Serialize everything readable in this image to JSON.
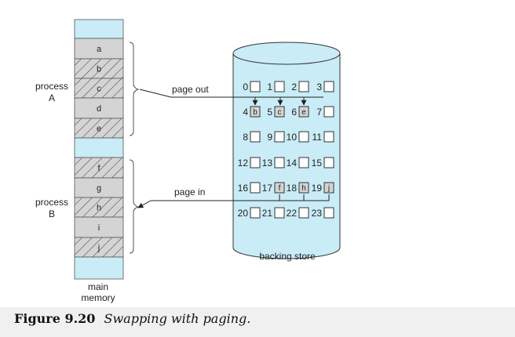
{
  "memory": {
    "slots": [
      {
        "label": "",
        "kind": "free"
      },
      {
        "label": "a",
        "kind": "plain"
      },
      {
        "label": "b",
        "kind": "hatched"
      },
      {
        "label": "c",
        "kind": "hatched"
      },
      {
        "label": "d",
        "kind": "plain"
      },
      {
        "label": "e",
        "kind": "hatched"
      },
      {
        "label": "",
        "kind": "free"
      },
      {
        "label": "f",
        "kind": "hatched"
      },
      {
        "label": "g",
        "kind": "plain"
      },
      {
        "label": "h",
        "kind": "hatched"
      },
      {
        "label": "i",
        "kind": "plain"
      },
      {
        "label": "j",
        "kind": "hatched"
      },
      {
        "label": "",
        "kind": "free"
      }
    ],
    "label_line1": "main",
    "label_line2": "memory"
  },
  "process_a": {
    "line1": "process",
    "line2": "A"
  },
  "process_b": {
    "line1": "process",
    "line2": "B"
  },
  "arrows": {
    "page_out": "page out",
    "page_in": "page in"
  },
  "backing_store": {
    "label": "backing store",
    "rows": [
      [
        {
          "n": "0",
          "p": ""
        },
        {
          "n": "1",
          "p": ""
        },
        {
          "n": "2",
          "p": ""
        },
        {
          "n": "3",
          "p": ""
        }
      ],
      [
        {
          "n": "4",
          "p": "b"
        },
        {
          "n": "5",
          "p": "c"
        },
        {
          "n": "6",
          "p": "e"
        },
        {
          "n": "7",
          "p": ""
        }
      ],
      [
        {
          "n": "8",
          "p": ""
        },
        {
          "n": "9",
          "p": ""
        },
        {
          "n": "10",
          "p": ""
        },
        {
          "n": "11",
          "p": ""
        }
      ],
      [
        {
          "n": "12",
          "p": ""
        },
        {
          "n": "13",
          "p": ""
        },
        {
          "n": "14",
          "p": ""
        },
        {
          "n": "15",
          "p": ""
        }
      ],
      [
        {
          "n": "16",
          "p": ""
        },
        {
          "n": "17",
          "p": "f"
        },
        {
          "n": "18",
          "p": "h"
        },
        {
          "n": "19",
          "p": "j"
        }
      ],
      [
        {
          "n": "20",
          "p": ""
        },
        {
          "n": "21",
          "p": ""
        },
        {
          "n": "22",
          "p": ""
        },
        {
          "n": "23",
          "p": ""
        }
      ]
    ]
  },
  "caption": {
    "number": "Figure 9.20",
    "title": "Swapping with paging."
  },
  "colors": {
    "free": "#c9ecf7",
    "page": "#d4d4d4",
    "cylinder": "#c9ecf7",
    "stroke": "#333333"
  }
}
